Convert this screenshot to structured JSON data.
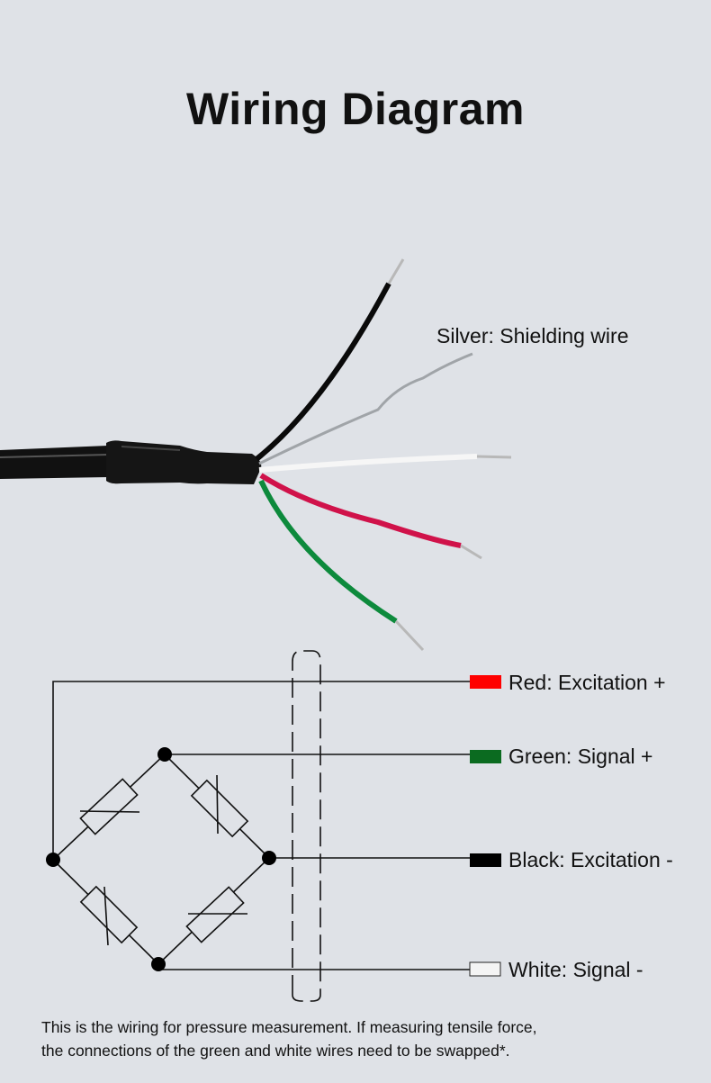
{
  "title": "Wiring Diagram",
  "shield_label": "Silver: Shielding wire",
  "wires": [
    {
      "label": "Red: Excitation +",
      "color": "#ff0000"
    },
    {
      "label": "Green: Signal +",
      "color": "#0b6b20"
    },
    {
      "label": "Black: Excitation -",
      "color": "#000000"
    },
    {
      "label": "White: Signal -",
      "color": "#ffffff"
    }
  ],
  "note": {
    "line1": "This is the wiring for pressure measurement. If measuring tensile force,",
    "line2": "the connections of the green and white wires need to be swapped*."
  }
}
